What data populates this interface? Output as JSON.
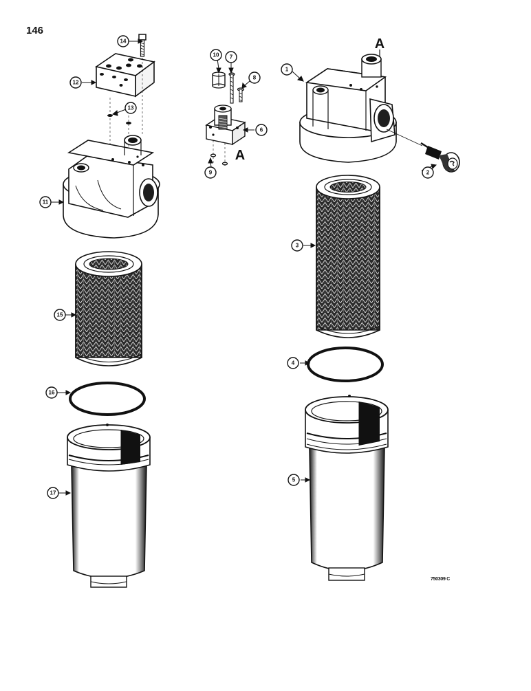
{
  "page": {
    "number": "146",
    "figure_code": "750309 C"
  },
  "section_marks": [
    "A",
    "A"
  ],
  "callouts": [
    "1",
    "2",
    "3",
    "4",
    "5",
    "6",
    "7",
    "8",
    "9",
    "10",
    "11",
    "12",
    "13",
    "14",
    "15",
    "16",
    "17"
  ]
}
